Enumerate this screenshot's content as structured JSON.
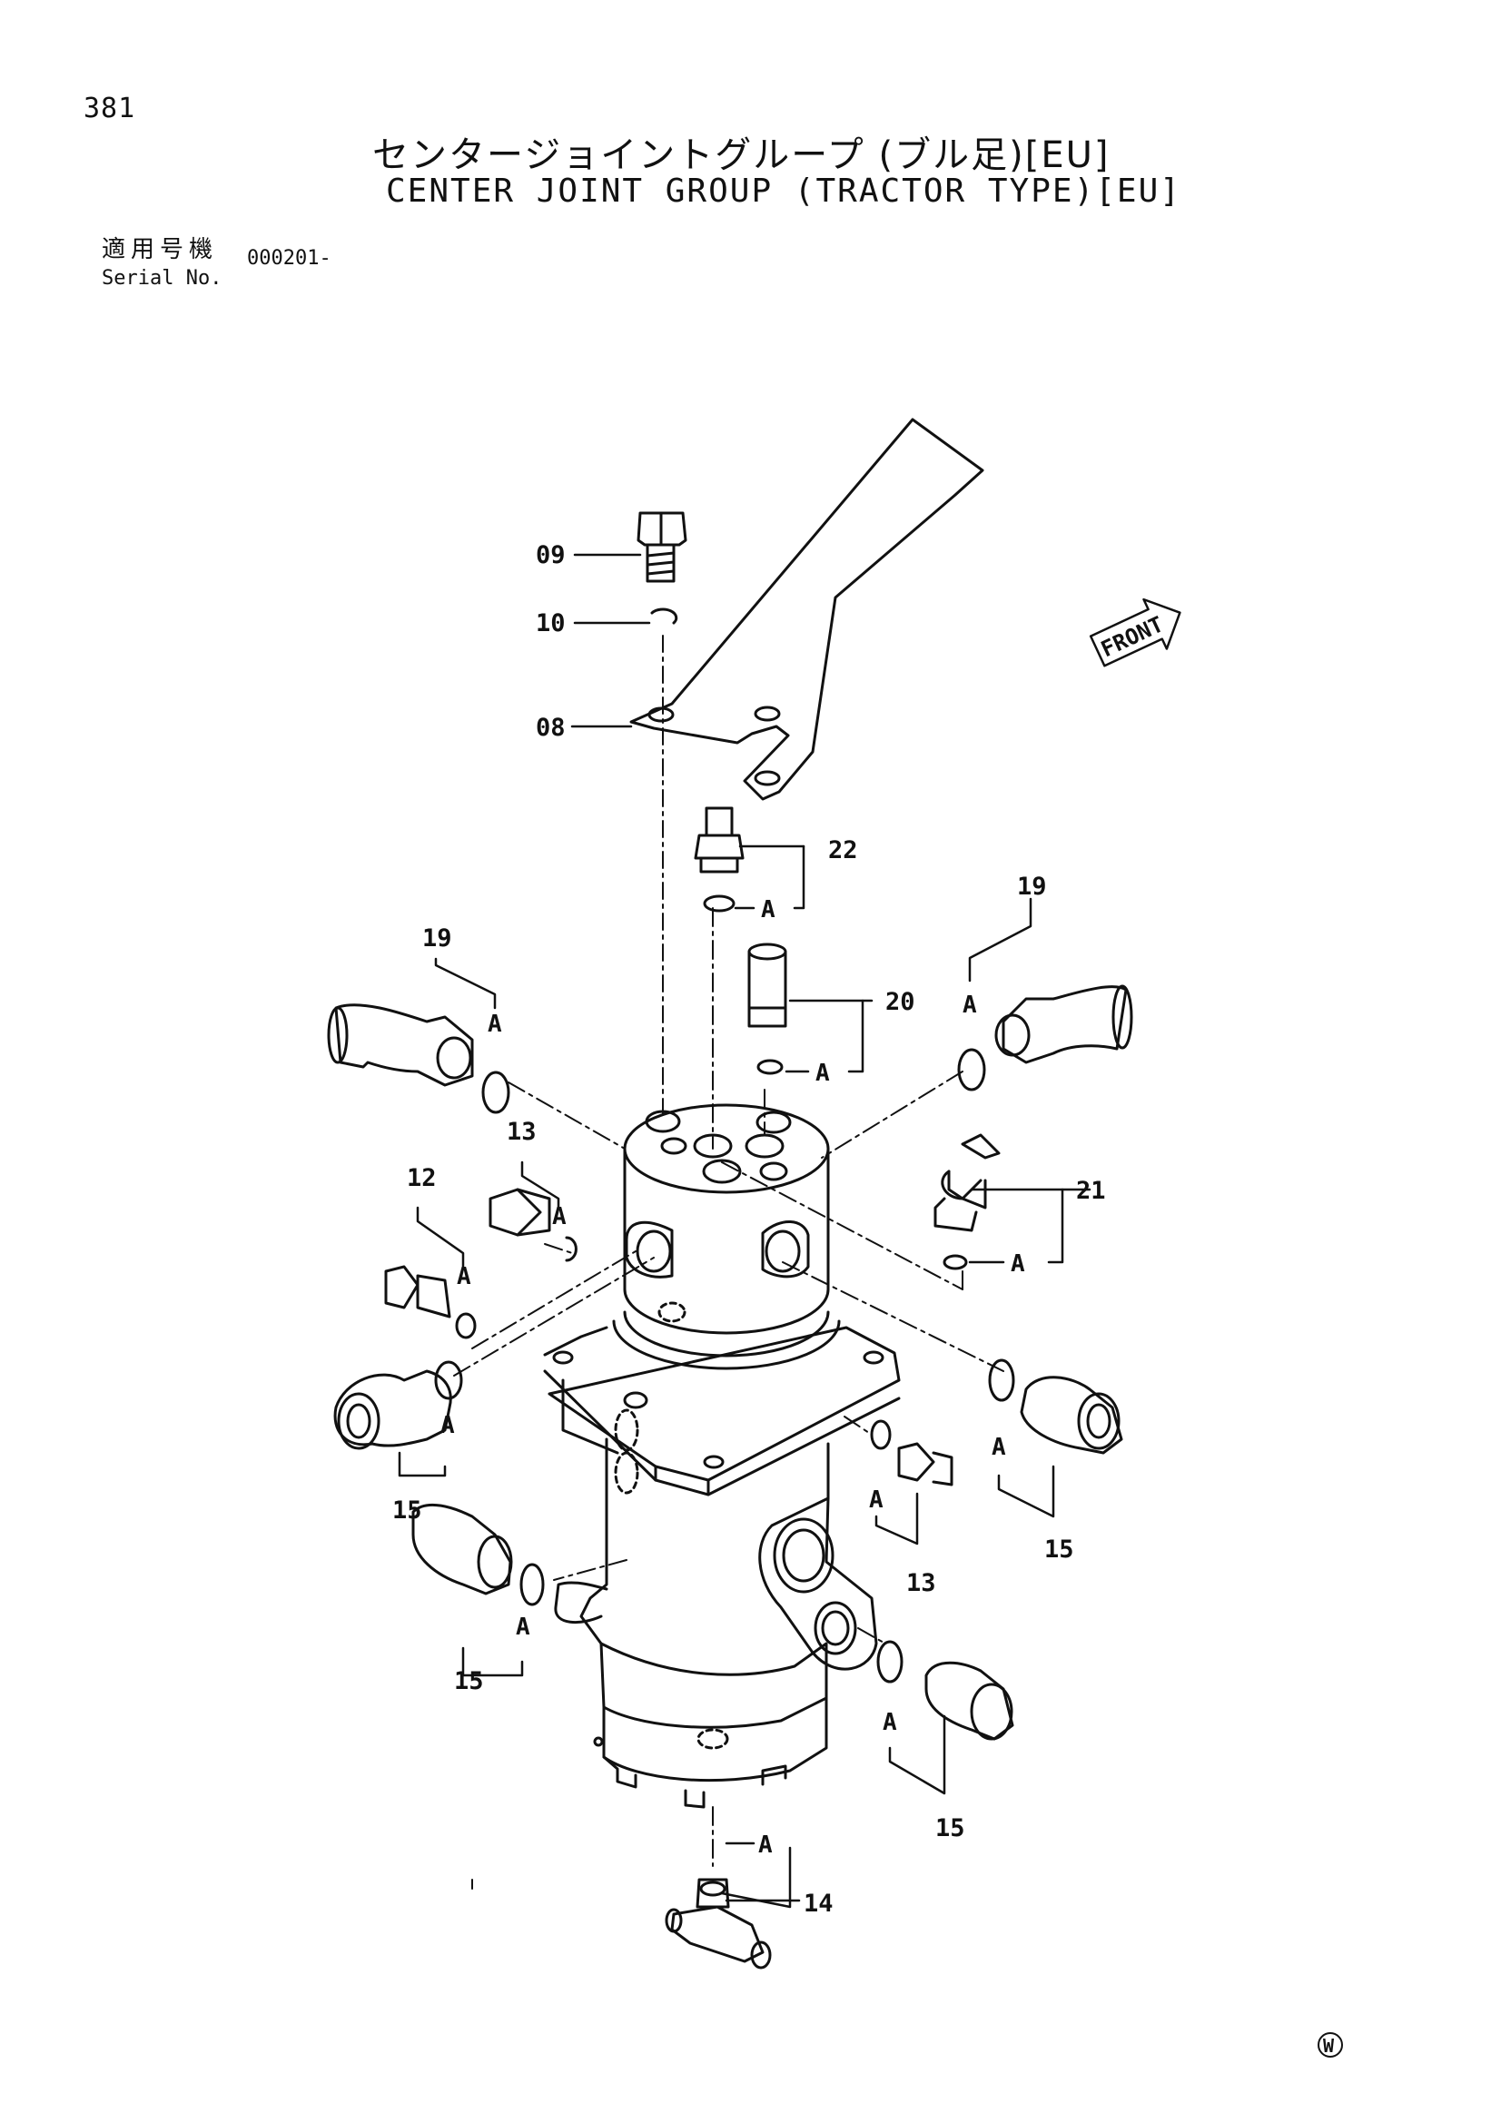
{
  "page_number": "381",
  "title_jp": "センタージョイントグループ (ブル足)[EU]",
  "title_en": "CENTER JOINT GROUP (TRACTOR TYPE)[EU]",
  "serial": {
    "label_jp": "適用号機",
    "label_en": "Serial No.",
    "value": "000201-"
  },
  "front_label": "FRONT",
  "connector_letter": "A",
  "callouts": {
    "c09": "09",
    "c10": "10",
    "c08": "08",
    "c22": "22",
    "c19_left": "19",
    "c19_right": "19",
    "c20": "20",
    "c21": "21",
    "c13_upper": "13",
    "c12": "12",
    "c15_ul": "15",
    "c15_ll": "15",
    "c15_ur": "15",
    "c15_lr": "15",
    "c13_lower": "13",
    "c14": "14"
  },
  "watermark": "W"
}
